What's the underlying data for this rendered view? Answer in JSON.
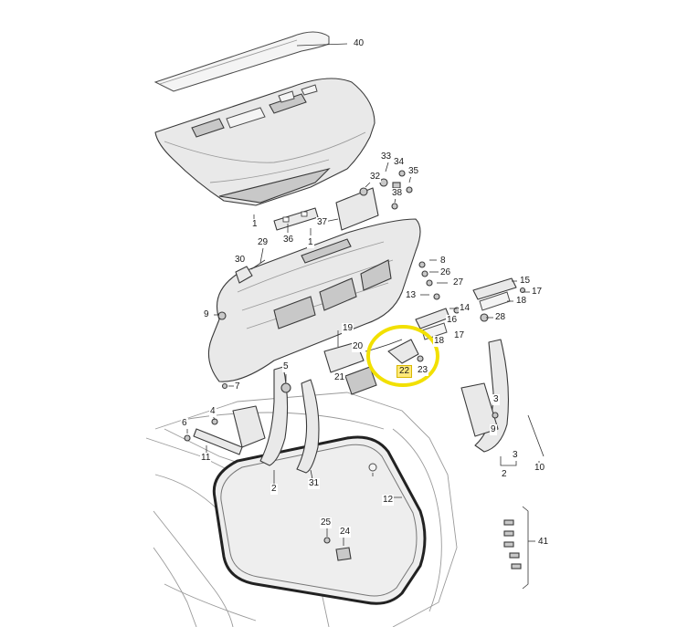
{
  "diagram": {
    "highlight_color": "#f2e000",
    "callouts": [
      {
        "id": "40",
        "label": "40"
      },
      {
        "id": "33",
        "label": "33"
      },
      {
        "id": "34",
        "label": "34"
      },
      {
        "id": "35",
        "label": "35"
      },
      {
        "id": "32",
        "label": "32"
      },
      {
        "id": "38",
        "label": "38"
      },
      {
        "id": "37",
        "label": "37"
      },
      {
        "id": "36",
        "label": "36"
      },
      {
        "id": "1a",
        "label": "1"
      },
      {
        "id": "1b",
        "label": "1"
      },
      {
        "id": "29",
        "label": "29"
      },
      {
        "id": "30",
        "label": "30"
      },
      {
        "id": "8",
        "label": "8"
      },
      {
        "id": "26",
        "label": "26"
      },
      {
        "id": "27",
        "label": "27"
      },
      {
        "id": "15",
        "label": "15"
      },
      {
        "id": "17a",
        "label": "17"
      },
      {
        "id": "18a",
        "label": "18"
      },
      {
        "id": "13",
        "label": "13"
      },
      {
        "id": "14",
        "label": "14"
      },
      {
        "id": "28",
        "label": "28"
      },
      {
        "id": "16",
        "label": "16"
      },
      {
        "id": "9",
        "label": "9"
      },
      {
        "id": "19",
        "label": "19"
      },
      {
        "id": "18b",
        "label": "18"
      },
      {
        "id": "17b",
        "label": "17"
      },
      {
        "id": "20",
        "label": "20"
      },
      {
        "id": "22",
        "label": "22"
      },
      {
        "id": "23",
        "label": "23"
      },
      {
        "id": "21",
        "label": "21"
      },
      {
        "id": "5",
        "label": "5"
      },
      {
        "id": "7",
        "label": "7"
      },
      {
        "id": "4",
        "label": "4"
      },
      {
        "id": "6",
        "label": "6"
      },
      {
        "id": "11",
        "label": "11"
      },
      {
        "id": "3a",
        "label": "3"
      },
      {
        "id": "3b",
        "label": "3"
      },
      {
        "id": "2a",
        "label": "2"
      },
      {
        "id": "2b",
        "label": "2"
      },
      {
        "id": "31",
        "label": "31"
      },
      {
        "id": "9b",
        "label": "9"
      },
      {
        "id": "10",
        "label": "10"
      },
      {
        "id": "12",
        "label": "12"
      },
      {
        "id": "25",
        "label": "25"
      },
      {
        "id": "24",
        "label": "24"
      },
      {
        "id": "41",
        "label": "41"
      }
    ]
  }
}
